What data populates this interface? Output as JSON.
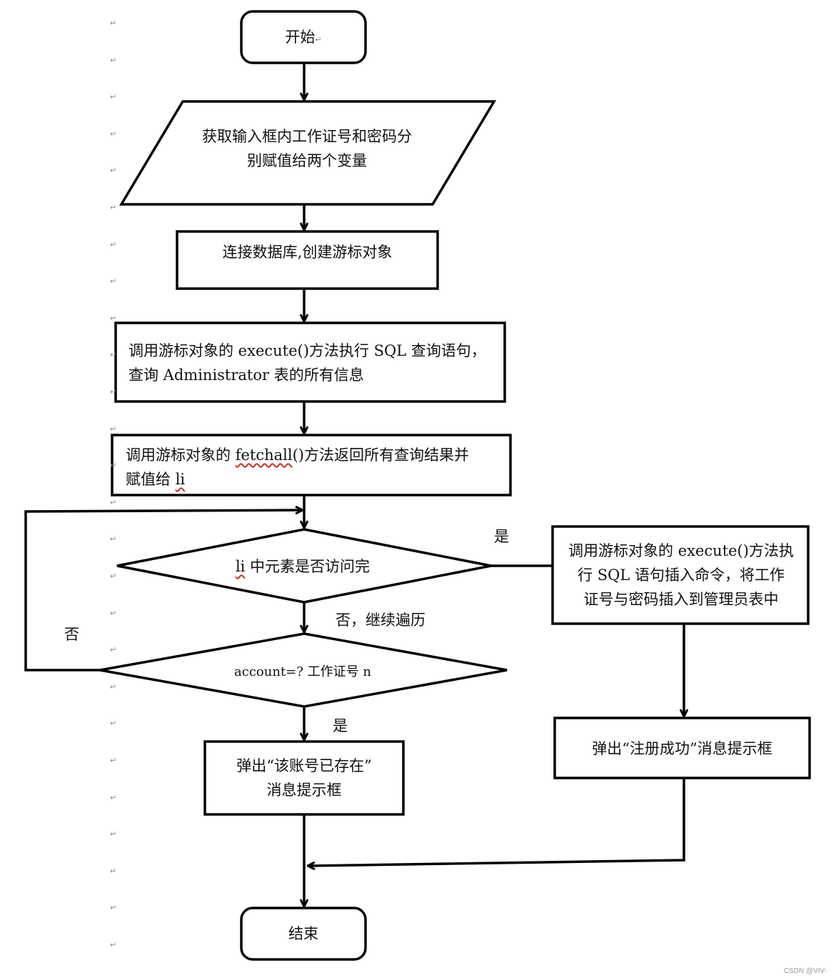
{
  "nodes": {
    "start": "开始",
    "get_input": "获取输入框内工作证号和密码分\n别赋值给两个变量",
    "connect_db": "连接数据库,创建游标对象",
    "execute_query_prefix": "调用游标对象的 execute()方法执行 SQL 查询语句，\n查询 Administrator 表的所有信息",
    "fetchall_a": "调用游标对象的 ",
    "fetchall_word": "fetchall",
    "fetchall_b": "()方法返回所有查询结果并",
    "fetchall_c": "赋值给 ",
    "fetchall_li": "li",
    "li_done_li": "li",
    "li_done_rest": " 中元素是否访问完",
    "account_check": "account=?  工作证号 n",
    "exists_popup": "弹出“该账号已存在”\n消息提示框",
    "insert_cmd": "调用游标对象的 execute()方法执\n行 SQL 语句插入命令，将工作\n证号与密码插入到管理员表中",
    "success_popup": "弹出“注册成功”消息提示框",
    "end": "结束"
  },
  "edge_labels": {
    "yes_right": "是",
    "no_continue": "否，继续遍历",
    "no_left": "否",
    "yes_down": "是"
  },
  "colors": {
    "stroke": "#000000",
    "text": "#111111",
    "para_mark": "#8a8a8a"
  },
  "para_mark_glyph": "↵",
  "watermark": "CSDN @VIV-"
}
